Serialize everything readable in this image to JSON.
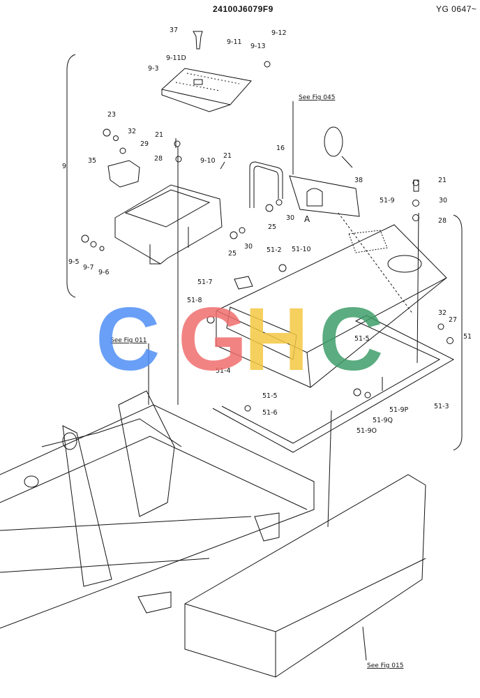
{
  "header": {
    "code": "24100J6079F9",
    "ref": "YG 0647~"
  },
  "refs": {
    "fig045": "See Fig 045",
    "fig011": "See Fig 011",
    "fig015": "See Fig 015"
  },
  "section": {
    "a": "A"
  },
  "groups": {
    "g9": "9",
    "g51": "51"
  },
  "callouts": {
    "p37": "37",
    "p9_12": "9-12",
    "p9_11": "9-11",
    "p9_13": "9-13",
    "p9_11d": "9-11D",
    "p9_3": "9-3",
    "p23": "23",
    "p32a": "32",
    "p29": "29",
    "p21a": "21",
    "p28a": "28",
    "p35": "35",
    "p9_10": "9-10",
    "p21b": "21",
    "p16": "16",
    "p38": "38",
    "p21c": "21",
    "p30a": "30",
    "p28b": "28",
    "p51_9": "51-9",
    "p30b": "30",
    "p25a": "25",
    "p30c": "30",
    "p25b": "25",
    "p9_5": "9-5",
    "p9_7": "9-7",
    "p9_6": "9-6",
    "p51_2": "51-2",
    "p51_10": "51-10",
    "p51_7": "51-7",
    "p51_8": "51-8",
    "p32b": "32",
    "p27": "27",
    "p51_5a": "51-5",
    "p51_4": "51-4",
    "p51_5b": "51-5",
    "p51_6": "51-6",
    "p51_9p": "51-9P",
    "p51_9q": "51-9Q",
    "p51_9o": "51-9O",
    "p51_3": "51-3"
  },
  "watermark": {
    "text": "CGHC",
    "colors": [
      "#4f8ff5",
      "#f06e6e",
      "#f4c842",
      "#3f9e6a"
    ]
  }
}
